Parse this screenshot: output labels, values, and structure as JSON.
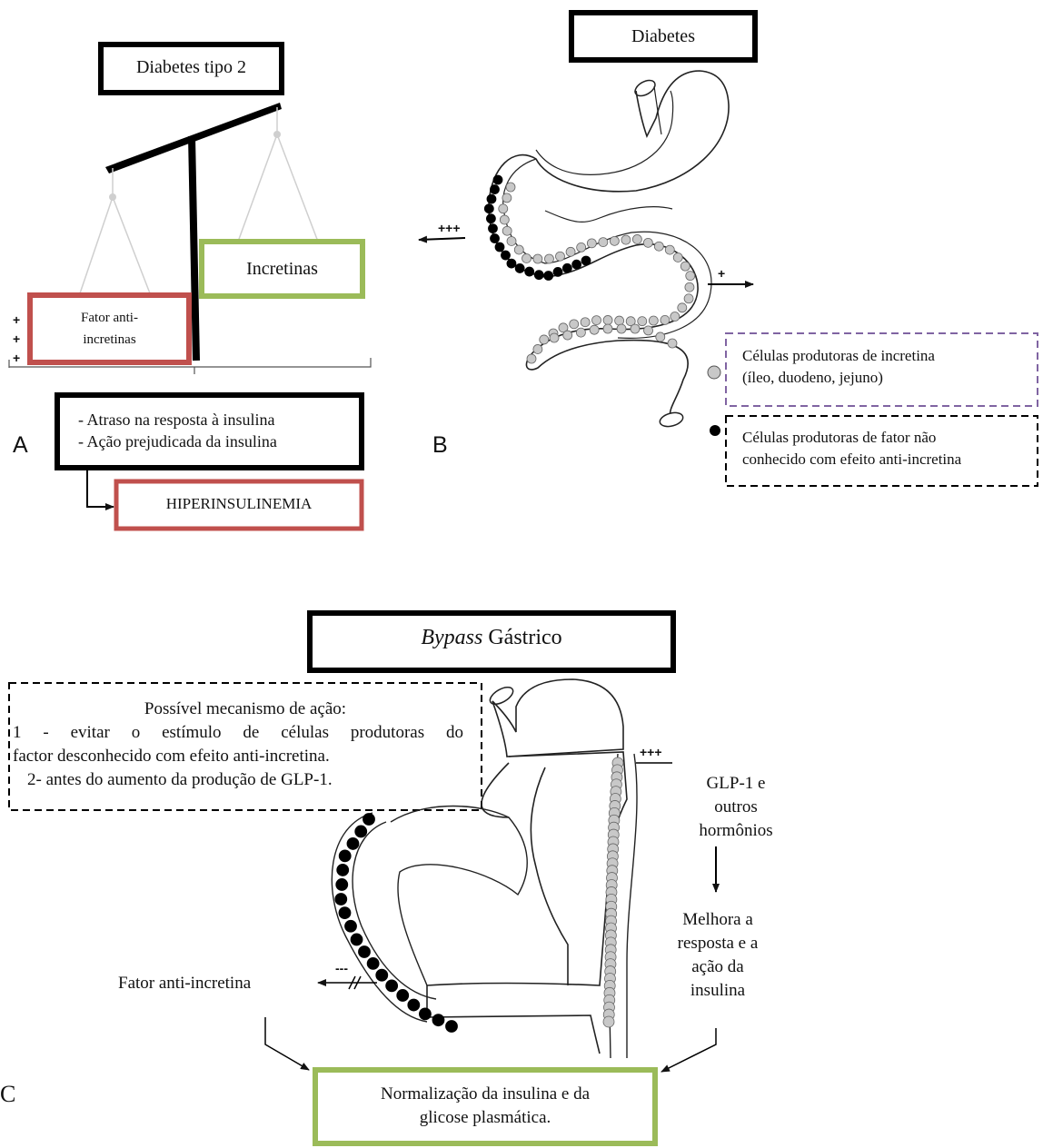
{
  "panel_a": {
    "letter": "A",
    "title": "Diabetes tipo 2",
    "incretins_label": "Incretinas",
    "anti_incretin_line1": "Fator anti-",
    "anti_incretin_line2": "incretinas",
    "plus_signs": [
      "+",
      "+",
      "+"
    ],
    "effects_line1": "- Atraso na resposta à insulina",
    "effects_line2": "- Ação prejudicada da insulina",
    "outcome": "HIPERINSULINEMIA"
  },
  "panel_b": {
    "letter": "B",
    "title": "Diabetes",
    "left_arrow_label": "+++",
    "right_arrow_label": "+",
    "legend_gray_line1": "Células produtoras de incretina",
    "legend_gray_line2": "(íleo, duodeno, jejuno)",
    "legend_black_line1": "Células produtoras de fator não",
    "legend_black_line2": "conhecido com efeito anti-incretina"
  },
  "panel_c": {
    "letter": "C",
    "title_italic": "Bypass",
    "title_rest": " Gástrico",
    "mechanism_title": "Possível mecanismo de ação:",
    "mechanism_line1": "1 - evitar o estímulo de células produtoras do",
    "mechanism_line2": "factor desconhecido com efeito anti-incretina.",
    "mechanism_line3": "2- antes do aumento da produção de GLP-1.",
    "right_arrow_label": "+++",
    "glp1_line1": "GLP-1 e",
    "glp1_line2": "outros",
    "glp1_line3": "hormônios",
    "improve_line1": "Melhora a",
    "improve_line2": "resposta e a",
    "improve_line3": "ação da",
    "improve_line4": "insulina",
    "left_arrow_label": "---",
    "anti_factor": "Fator anti-incretina",
    "result_line1": "Normalização da insulina e da",
    "result_line2": "glicose plasmática."
  },
  "colors": {
    "black_box": "#000000",
    "red_box": "#c0504d",
    "green_box": "#9bbb59",
    "purple_box": "#8064a2",
    "incretin_cell": "#c8c8c8",
    "anti_cell": "#000000"
  }
}
